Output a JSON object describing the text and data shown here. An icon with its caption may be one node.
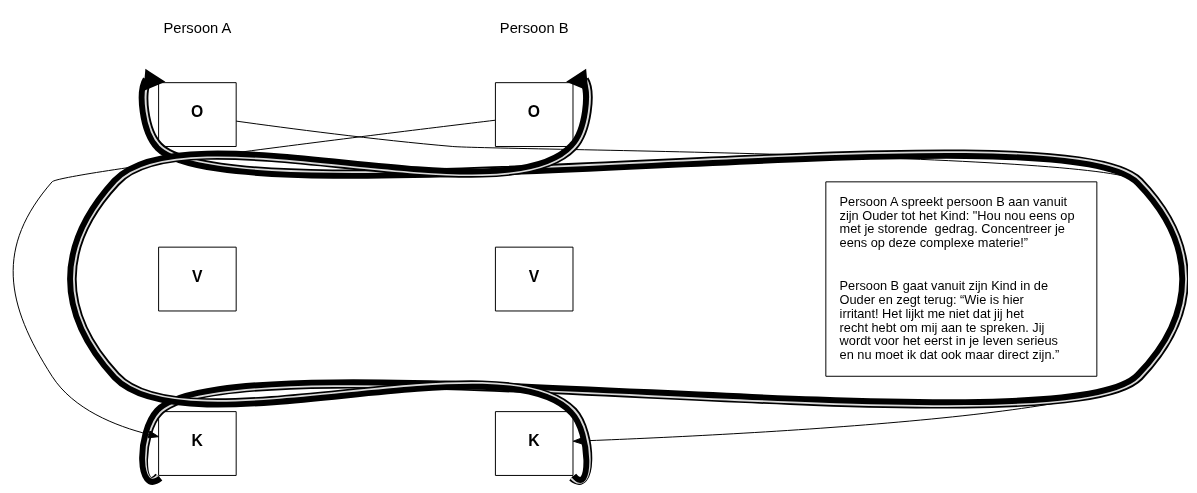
{
  "diagram": {
    "nodes": [
      {
        "text": [
          "O"
        ]
      },
      {
        "text": [
          "V"
        ]
      },
      {
        "text": [
          "K"
        ]
      },
      {
        "text": [
          "O"
        ]
      },
      {
        "text": [
          "V"
        ]
      },
      {
        "text": [
          "K"
        ]
      },
      {
        "text": [
          "Persoon A spreekt persoon B aan vanuit zijn Ouder tot het Kind: \"Hou nou eens op met je storende  gedrag. Concentreer je eens op deze complexe materie!”",
          "Persoon B gaat vanuit zijn Kind in de Ouder en zegt terug: “Wie is hier irritant! Het lijkt me niet dat jij het recht hebt om mij aan te spreken. Jij wordt voor het eerst in je leven serieus en nu moet ik dat ook maar direct zijn.”"
        ]
      }
    ],
    "edges": [
      {
        "from": 0,
        "to": 5,
        "arrow": "to"
      },
      {
        "from": 3,
        "to": 2,
        "arrow": "to"
      },
      {
        "from": 2,
        "to": 0,
        "arrow": "to",
        "style": "thick"
      },
      {
        "from": 5,
        "to": 3,
        "arrow": "to",
        "style": "thick"
      }
    ],
    "labels": [
      "Persoon A",
      "Persoon B"
    ]
  }
}
